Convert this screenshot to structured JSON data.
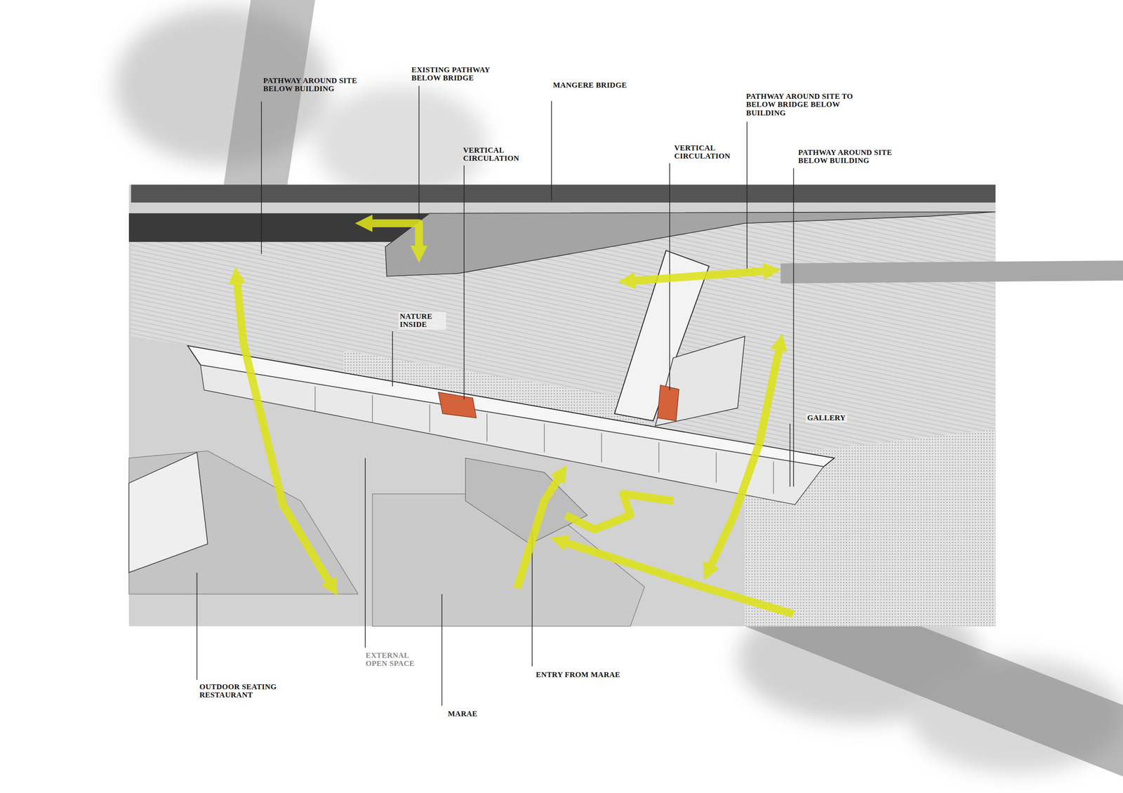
{
  "diagram": {
    "labels": [
      "PATHWAY AROUND SITE BELOW BUILDING",
      "EXISTING PATHWAY BELOW BRIDGE",
      "MANGERE BRIDGE",
      "PATHWAY AROUND SITE TO BELOW BRIDGE BELOW BUILDING",
      "VERTICAL CIRCULATION",
      "VERTICAL CIRCULATION",
      "PATHWAY AROUND SITE BELOW BUILDING",
      "NATURE INSIDE",
      "GALLERY",
      "OUTDOOR SEATING RESTAURANT",
      "EXTERNAL OPEN SPACE",
      "ENTRY FROM MARAE",
      "MARAE"
    ]
  }
}
